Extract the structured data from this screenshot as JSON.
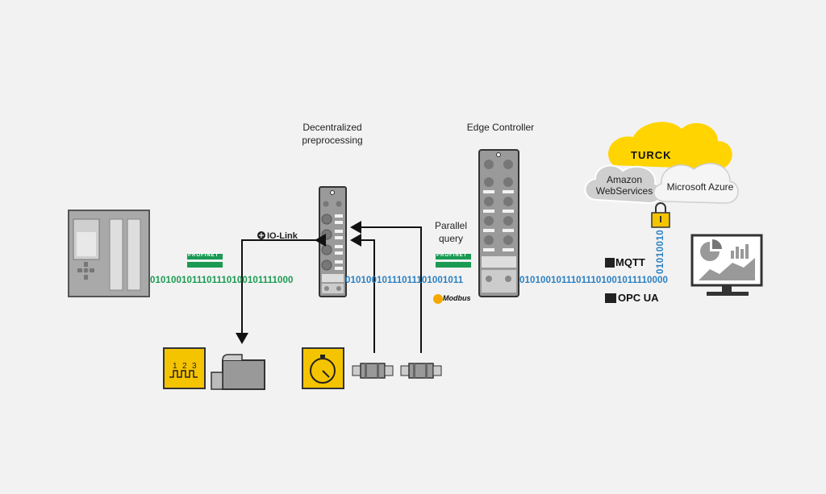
{
  "labels": {
    "decentralized": "Decentralized preprocessing",
    "edge_controller": "Edge Controller",
    "parallel_query": "Parallel query",
    "io_link": "IO-Link"
  },
  "bitstreams": {
    "left": "0101001011101110100101111000",
    "middle": "01010010111011101001011",
    "right": "01010010111011101001011110000",
    "vertical": "01010010"
  },
  "protocols": {
    "profinet_left": "PROFINET",
    "profinet_right": "PROFINET",
    "modbus": "Modbus",
    "mqtt": "MQTT",
    "opcua": "OPC UA"
  },
  "cloud": {
    "brand": "TURCK",
    "aws": "Amazon WebServices",
    "azure": "Microsoft Azure"
  },
  "colors": {
    "background": "#f2f2f2",
    "device_gray": "#a8a8a8",
    "bits_green": "#1a9a52",
    "bits_blue": "#2a7fc1",
    "turck_yellow": "#ffd400",
    "sensor_yellow": "#f5c400"
  }
}
